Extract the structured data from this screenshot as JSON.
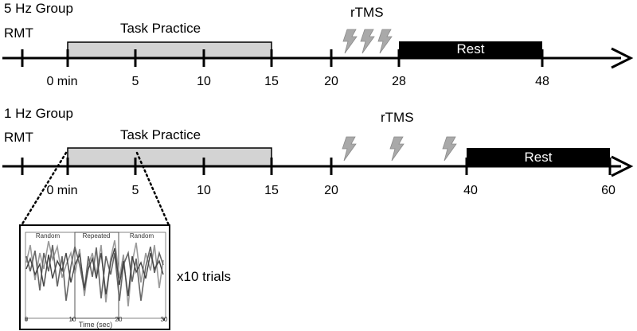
{
  "groups": [
    {
      "title": "5 Hz Group",
      "rmt_label": "RMT",
      "practice_label": "Task Practice",
      "rtms_label": "rTMS",
      "rest_label": "Rest",
      "ticks": [
        "0 min",
        "5",
        "10",
        "15",
        "20",
        "28",
        "48"
      ]
    },
    {
      "title": "1 Hz Group",
      "rmt_label": "RMT",
      "practice_label": "Task Practice",
      "rtms_label": "rTMS",
      "rest_label": "Rest",
      "ticks": [
        "0 min",
        "5",
        "10",
        "15",
        "20",
        "40",
        "60"
      ]
    }
  ],
  "inset": {
    "segments": [
      "Random",
      "Repeated",
      "Random"
    ],
    "x_axis_label": "Time (sec)",
    "x_ticks": [
      "0",
      "10",
      "20",
      "30"
    ],
    "trials_label": "x10 trials"
  }
}
